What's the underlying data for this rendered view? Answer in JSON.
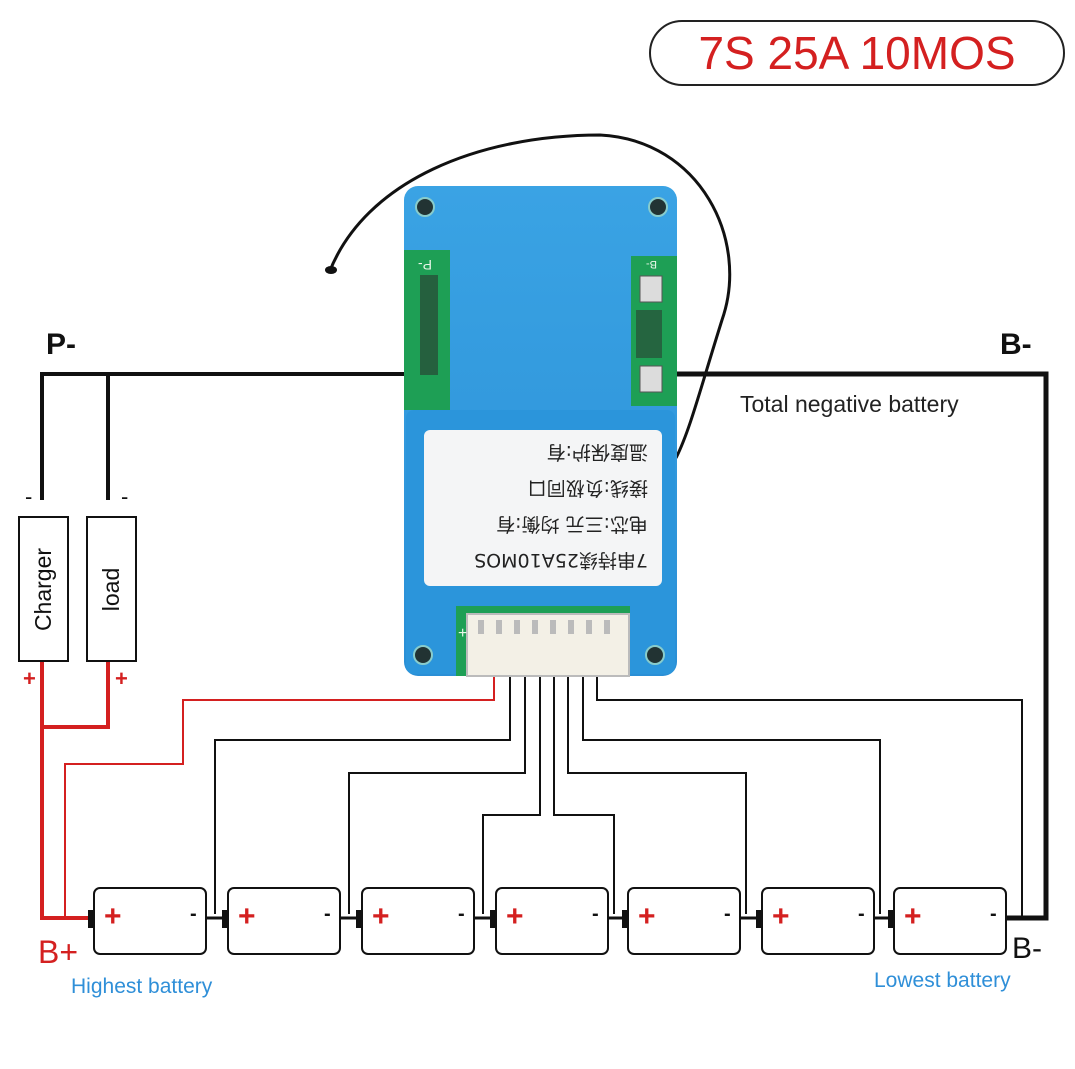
{
  "badge": {
    "text": "7S 25A 10MOS"
  },
  "terminals": {
    "p_minus": "P-",
    "b_minus_top": "B-",
    "b_plus": "B+",
    "b_minus_bottom": "B-"
  },
  "annotations": {
    "total_negative": "Total negative battery",
    "highest_battery": "Highest battery",
    "lowest_battery": "Lowest battery"
  },
  "charger": {
    "label": "Charger",
    "minus": "-",
    "plus": "+"
  },
  "load": {
    "label": "load",
    "minus": "-",
    "plus": "+"
  },
  "bms_label_lines": [
    "7串持续25A10MOS",
    "电芯:三元 均衡:有",
    "接线:负极同口",
    "温度保护:有"
  ],
  "pcb_marks": {
    "p_minus": "P-",
    "b_minus": "B-",
    "connector_plus": "+"
  },
  "battery_cells": [
    {
      "plus": "+",
      "minus": "-"
    },
    {
      "plus": "+",
      "minus": "-"
    },
    {
      "plus": "+",
      "minus": "-"
    },
    {
      "plus": "+",
      "minus": "-"
    },
    {
      "plus": "+",
      "minus": "-"
    },
    {
      "plus": "+",
      "minus": "-"
    },
    {
      "plus": "+",
      "minus": "-"
    }
  ],
  "colors": {
    "board": "#2f98dc",
    "board_light": "#5db4ea",
    "wire_positive": "#d42020",
    "wire_negative": "#111111",
    "annotation_blue": "#2f8fd8"
  }
}
